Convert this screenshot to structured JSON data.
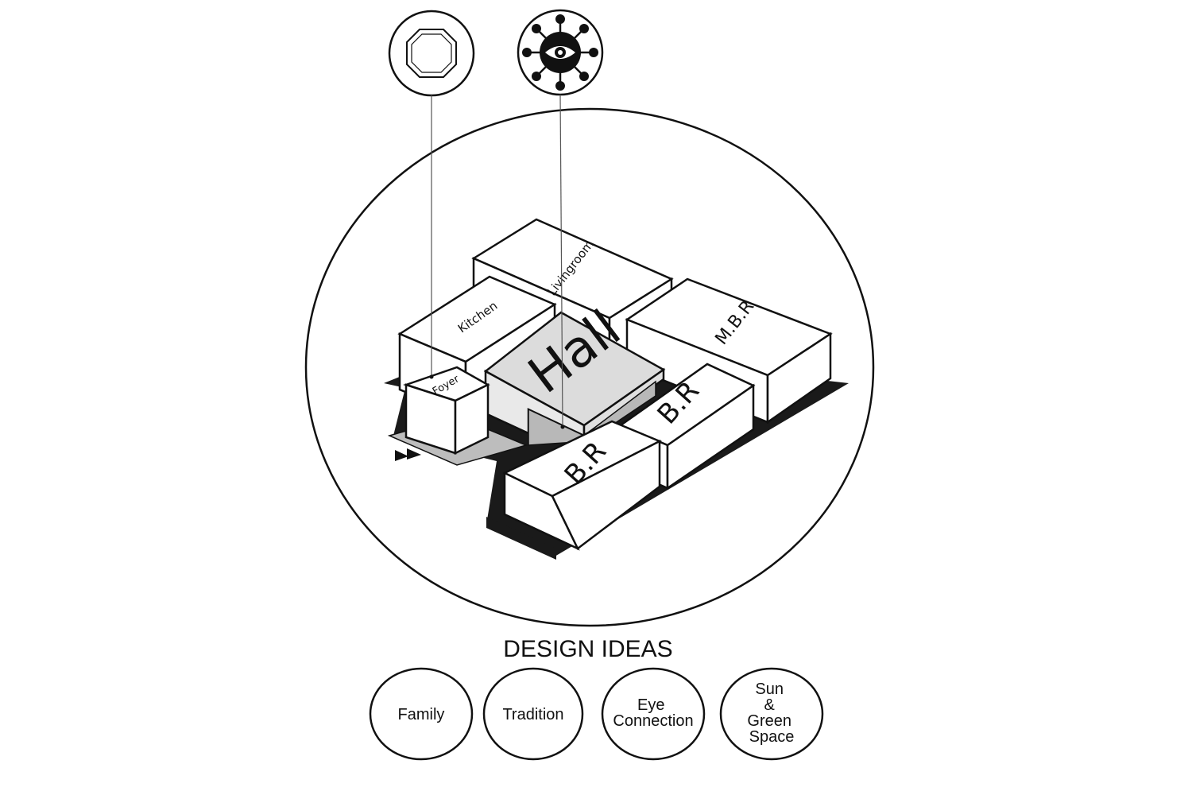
{
  "rooms": {
    "livingroom": "Livingroom",
    "kitchen": "Kitchen",
    "hall": "Hall",
    "mbr": "M.B.R",
    "br_right": "B.R",
    "br_front": "B.R",
    "foyer": "Foyer"
  },
  "icons": {
    "top_left": "octagon-icon",
    "top_right": "eye-network-icon",
    "entrance": "double-arrow-icon"
  },
  "design_ideas": {
    "title": "DESIGN IDEAS",
    "items": [
      {
        "lines": [
          "Family"
        ]
      },
      {
        "lines": [
          "Tradition"
        ]
      },
      {
        "lines": [
          "Eye",
          "Connection"
        ]
      },
      {
        "lines": [
          "Sun",
          "&",
          "Green",
          "Space"
        ]
      }
    ]
  },
  "colors": {
    "stroke": "#111111",
    "base": "#1a1a1a",
    "box_face": "#ffffff",
    "hall_top": "#dcdcdc",
    "hall_side": "#e9e9e9",
    "hall_dark": "#b8b8b8",
    "foyer_base": "#bdbdbd"
  }
}
